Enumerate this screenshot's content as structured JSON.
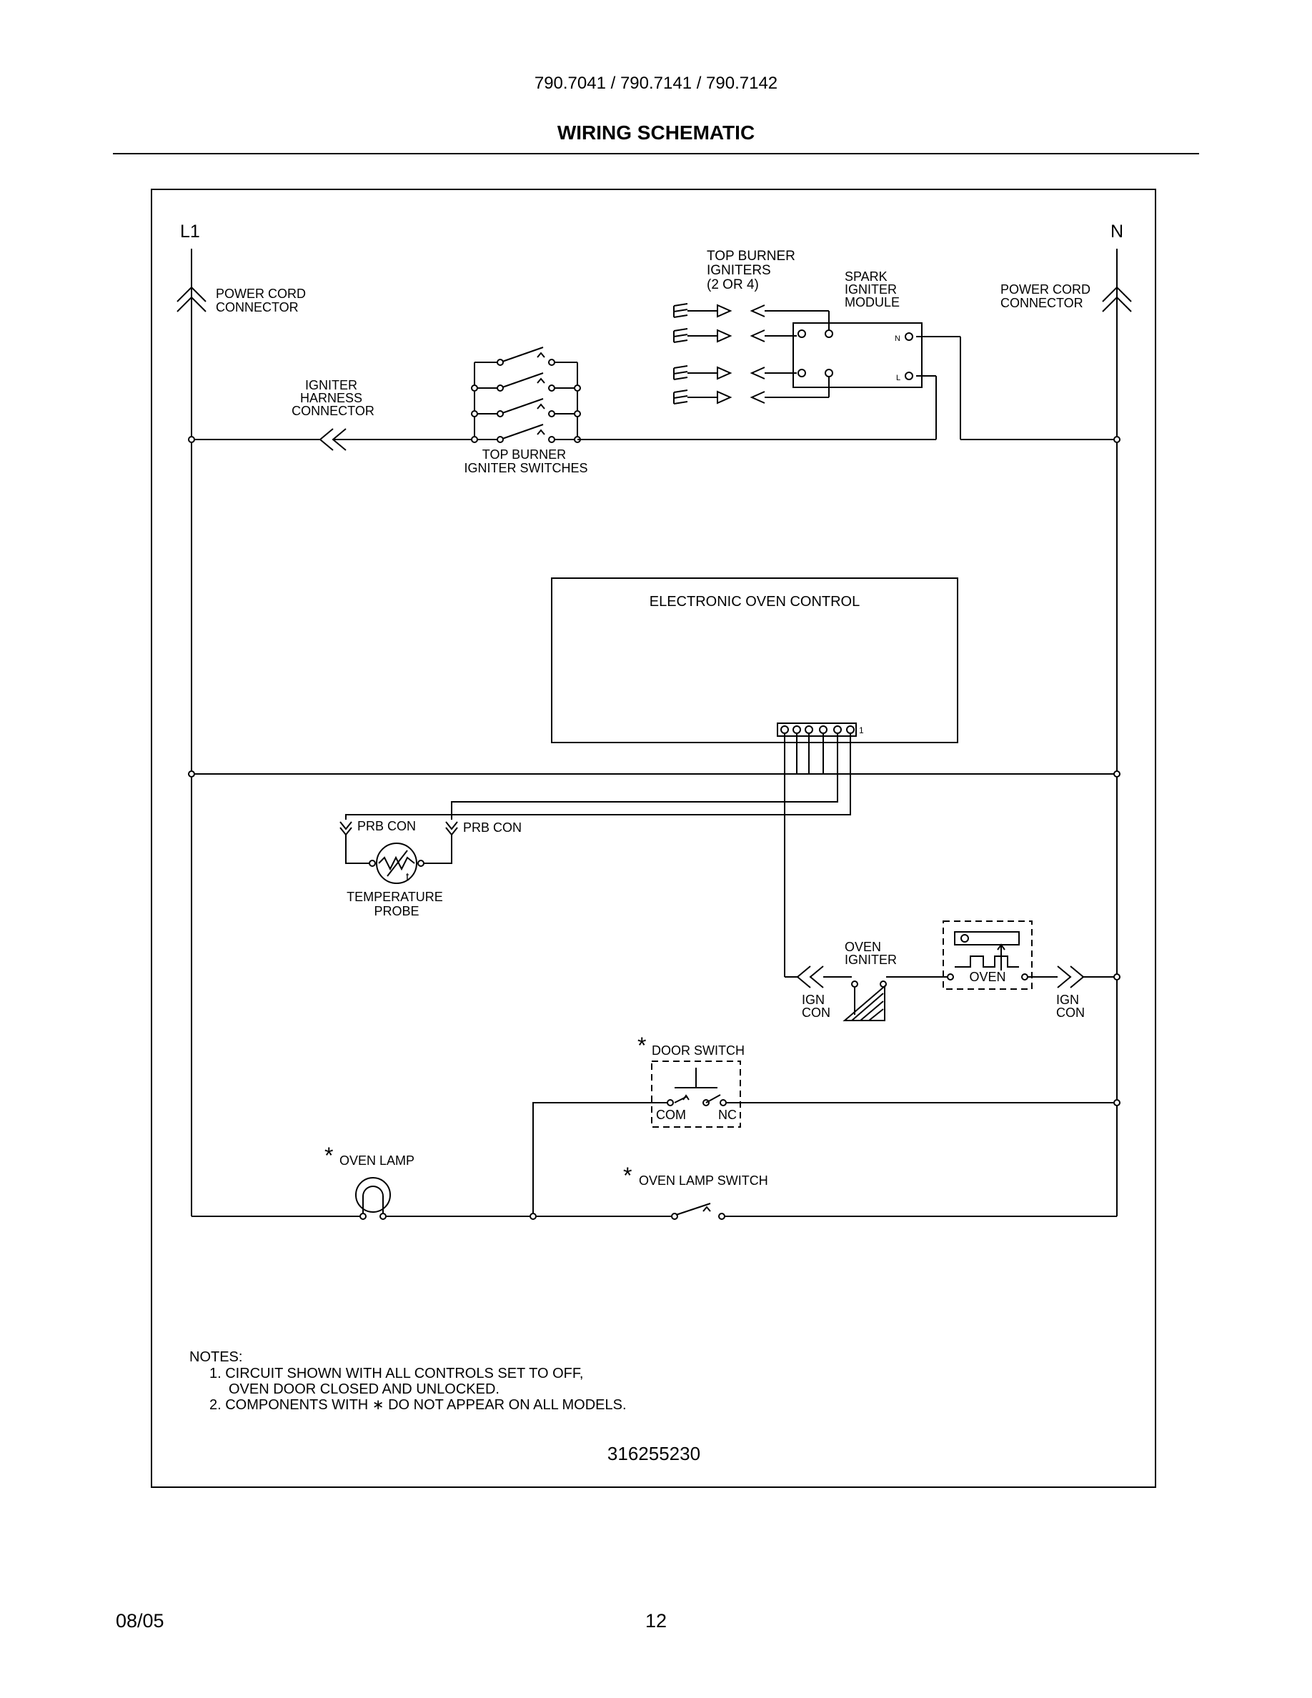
{
  "header": {
    "model_numbers": "790.7041 / 790.7141 / 790.7142",
    "title": "WIRING SCHEMATIC"
  },
  "schematic": {
    "labels": {
      "l1": "L1",
      "n": "N",
      "power_cord_left": [
        "POWER CORD",
        "CONNECTOR"
      ],
      "power_cord_right": [
        "POWER CORD",
        "CONNECTOR"
      ],
      "igniter_harness": [
        "IGNITER",
        "HARNESS",
        "CONNECTOR"
      ],
      "top_burner_switches": [
        "TOP BURNER",
        "IGNITER SWITCHES"
      ],
      "top_burner_igniters": [
        "TOP BURNER",
        "IGNITERS",
        "(2 OR 4)"
      ],
      "spark_module": [
        "SPARK",
        "IGNITER",
        "MODULE"
      ],
      "spark_n": "N",
      "spark_l": "L",
      "oven_control": "ELECTRONIC OVEN CONTROL",
      "pin_one": "1",
      "prb_con_left": "PRB CON",
      "prb_con_right": "PRB CON",
      "temperature_probe": [
        "TEMPERATURE",
        "PROBE"
      ],
      "probe_symbol_letter": "t",
      "oven_igniter": [
        "OVEN",
        "IGNITER"
      ],
      "ign_con_left": [
        "IGN",
        "CON"
      ],
      "ign_con_right": [
        "IGN",
        "CON"
      ],
      "oven_valve": "OVEN",
      "door_switch": "DOOR SWITCH",
      "door_com": "COM",
      "door_nc": "NC",
      "oven_lamp": "OVEN LAMP",
      "oven_lamp_switch": "OVEN LAMP SWITCH",
      "asterisk": "*"
    },
    "notes": {
      "heading": "NOTES:",
      "lines": [
        "1.  CIRCUIT SHOWN WITH ALL CONTROLS SET TO OFF,",
        "OVEN DOOR CLOSED AND UNLOCKED.",
        "2.  COMPONENTS WITH ∗ DO NOT APPEAR ON ALL MODELS."
      ]
    },
    "part_number": "316255230"
  },
  "footer": {
    "date": "08/05",
    "page": "12"
  }
}
